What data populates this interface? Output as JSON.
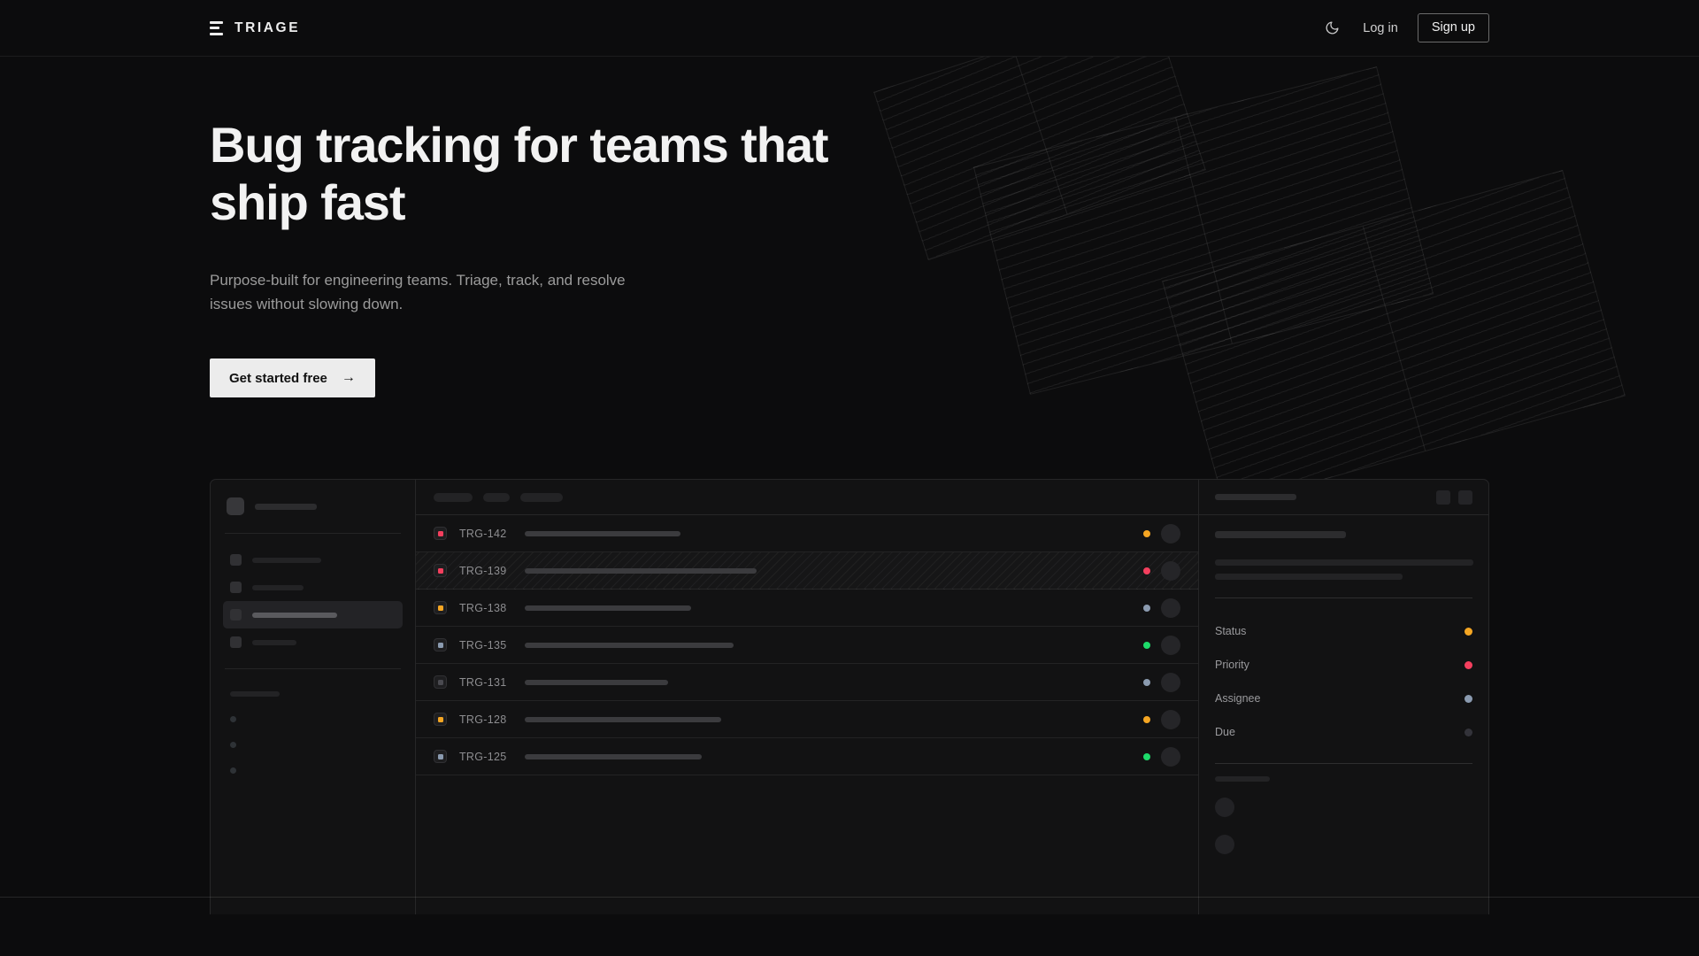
{
  "brand": {
    "name": "TRIAGE",
    "mark_icon": "triage-bars-icon"
  },
  "nav": {
    "theme_toggle_icon": "moon-icon",
    "login_label": "Log in",
    "signup_label": "Sign up"
  },
  "hero": {
    "headline": "Bug tracking for teams that ship fast",
    "subhead": "Purpose-built for engineering teams. Triage, track, and resolve issues without slowing down.",
    "cta_label": "Get started free",
    "cta_arrow": "→"
  },
  "colors": {
    "page_bg": "#0c0c0d",
    "accent_orange": "#f5a623",
    "accent_pink": "#f43f5e",
    "accent_green": "#1ddb6a",
    "accent_slate": "#8b9bb0",
    "accent_muted": "#33333a",
    "cta_bg": "#ececec"
  },
  "app": {
    "sidebar": {
      "workspace_icon": "workspace-square-icon",
      "nav_items": [
        {
          "icon": "nav-item-icon",
          "active": false,
          "width": 78
        },
        {
          "icon": "nav-item-icon",
          "active": false,
          "width": 58
        },
        {
          "icon": "nav-item-icon",
          "active": true,
          "width": 96
        },
        {
          "icon": "nav-item-icon",
          "active": false,
          "width": 50
        }
      ],
      "section_label_width": 56,
      "sub_items": 3
    },
    "list": {
      "toolbar_pills": [
        44,
        30,
        48
      ],
      "columns": [
        "priority",
        "id",
        "title",
        "status",
        "assignee"
      ],
      "rows": [
        {
          "id": "TRG-142",
          "priority_color": "#f43f5e",
          "title_width": 176,
          "status_color": "#f5a623",
          "selected": false
        },
        {
          "id": "TRG-139",
          "priority_color": "#f43f5e",
          "title_width": 262,
          "status_color": "#f43f5e",
          "selected": true
        },
        {
          "id": "TRG-138",
          "priority_color": "#f5a623",
          "title_width": 188,
          "status_color": "#8b9bb0",
          "selected": false
        },
        {
          "id": "TRG-135",
          "priority_color": "#8b9bb0",
          "title_width": 236,
          "status_color": "#1ddb6a",
          "selected": false
        },
        {
          "id": "TRG-131",
          "priority_color": "#4a4a50",
          "title_width": 162,
          "status_color": "#8b9bb0",
          "selected": false
        },
        {
          "id": "TRG-128",
          "priority_color": "#f5a623",
          "title_width": 222,
          "status_color": "#f5a623",
          "selected": false
        },
        {
          "id": "TRG-125",
          "priority_color": "#8b9bb0",
          "title_width": 200,
          "status_color": "#1ddb6a",
          "selected": false
        }
      ]
    },
    "detail": {
      "header_title_width": 92,
      "header_actions": [
        "detail-action-icon",
        "detail-action-icon"
      ],
      "title_width": 148,
      "desc_line_widths": [
        292,
        212
      ],
      "fields": [
        {
          "label": "Status",
          "dot_color": "#f5a623"
        },
        {
          "label": "Priority",
          "dot_color": "#f43f5e"
        },
        {
          "label": "Assignee",
          "dot_color": "#8b9bb0"
        },
        {
          "label": "Due",
          "dot_color": "#33333a"
        }
      ],
      "activity_label_width": 62,
      "activity_avatars": 2
    }
  }
}
